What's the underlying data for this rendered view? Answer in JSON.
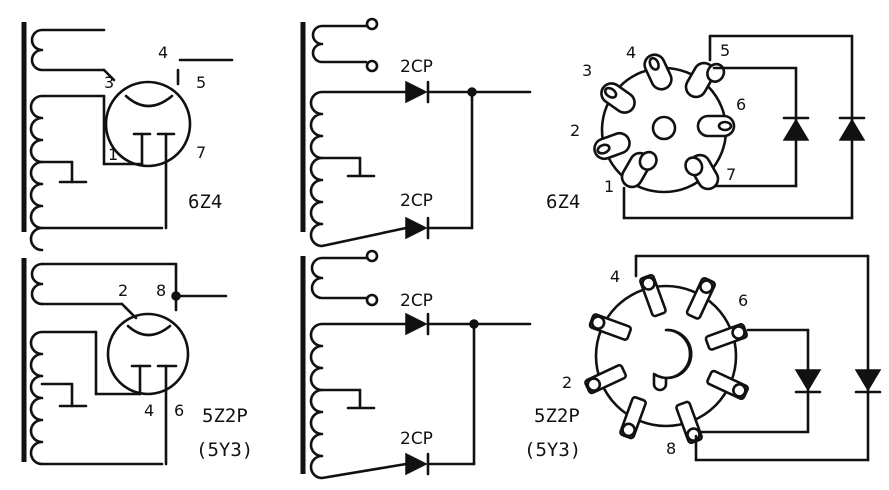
{
  "top_row": {
    "tube_circuit": {
      "pins": {
        "p1": "1",
        "p3": "3",
        "p4": "4",
        "p5": "5",
        "p7": "7"
      },
      "tube_name": "6Z4"
    },
    "diode_circuit": {
      "diode_upper": "2CP",
      "diode_lower": "2CP"
    },
    "socket": {
      "pins": {
        "p1": "1",
        "p2": "2",
        "p3": "3",
        "p4": "4",
        "p5": "5",
        "p6": "6",
        "p7": "7"
      },
      "tube_name": "6Z4"
    }
  },
  "bottom_row": {
    "tube_circuit": {
      "pins": {
        "p2": "2",
        "p4": "4",
        "p6": "6",
        "p8": "8"
      },
      "tube_name": "5Z2P",
      "tube_equiv": "(5Y3)"
    },
    "diode_circuit": {
      "diode_upper": "2CP",
      "diode_lower": "2CP"
    },
    "socket": {
      "pins": {
        "p2": "2",
        "p4": "4",
        "p6": "6",
        "p8": "8"
      },
      "tube_name": "5Z2P",
      "tube_equiv": "(5Y3)"
    }
  }
}
